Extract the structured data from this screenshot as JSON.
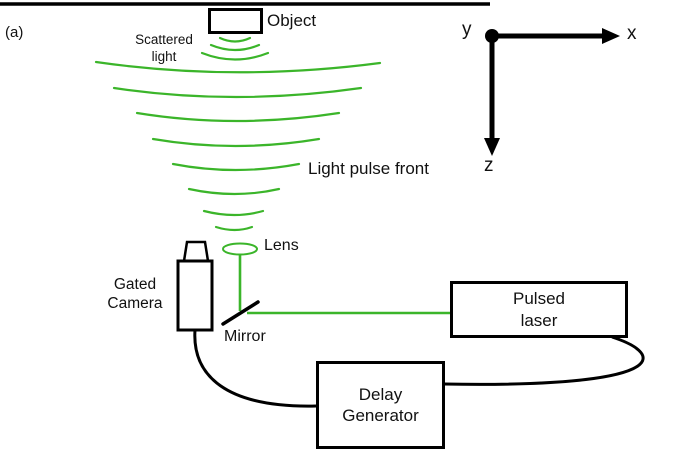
{
  "figure": {
    "panel_label": "(a)",
    "colors": {
      "wavefront_green": "#3bb52a",
      "line_black": "#000000",
      "background": "#ffffff"
    },
    "object": {
      "label": "Object"
    },
    "scattered_light_label": "Scattered\nlight",
    "light_pulse_front_label": "Light pulse front",
    "lens": {
      "label": "Lens"
    },
    "camera": {
      "label": "Gated\nCamera"
    },
    "mirror": {
      "label": "Mirror"
    },
    "pulsed_laser": {
      "label": "Pulsed\nlaser"
    },
    "delay_generator": {
      "label": "Delay\nGenerator"
    },
    "axes": {
      "x": "x",
      "y": "y",
      "z": "z"
    }
  }
}
